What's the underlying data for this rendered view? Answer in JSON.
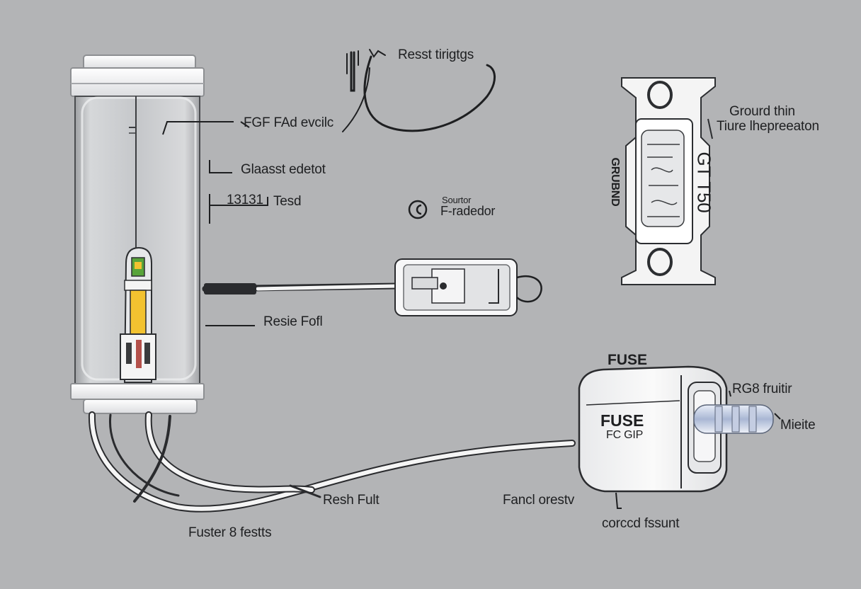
{
  "labels": {
    "reset_triggers": "Resst tirigtgs",
    "fgf_fad": "FGF FAd evcilc",
    "glass_element": "Glaasst edetot",
    "test_number": "13131",
    "test_word": "Tesd",
    "sourtor_top": "Sourtor",
    "sourtor_bottom": "F-radedor",
    "ground_thin": "Grourd thin",
    "ture_inspection": "Tiure lhepreeaton",
    "reset_fault": "Resie Fofl",
    "fuse_title": "FUSE",
    "fuse_body": "FUSE",
    "fuse_body_sub": "FC GIP",
    "rg_fruitr": "RG8 fruitir",
    "mielite": "Mieite",
    "resh_fult": "Resh Fult",
    "fard_orestv": "Fancl orestv",
    "corced_fssunt": "corccd fssunt",
    "fuster_tests": "Fuster 8 festts",
    "plate_left": "GRUBND",
    "plate_right": "GT T50"
  },
  "icons": {
    "copyright": "copyright-icon"
  },
  "colors": {
    "background": "#b3b4b6",
    "line": "#1e1f21",
    "fuse_yellow": "#f2c230",
    "fuse_green": "#58a43a",
    "glass_tint": "#c9cbce",
    "plate": "#f4f4f4"
  }
}
